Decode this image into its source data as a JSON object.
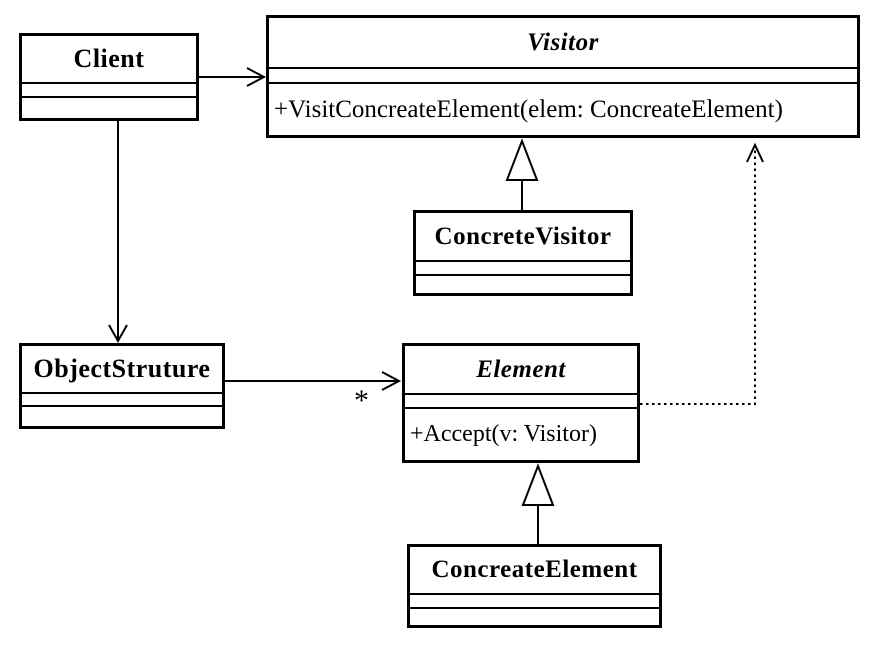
{
  "diagram": {
    "kind": "uml-class-diagram"
  },
  "colors": {
    "line": "#000000",
    "background": "#ffffff"
  },
  "classes": {
    "client": {
      "name": "Client"
    },
    "visitor": {
      "name": "Visitor",
      "operation": "+VisitConcreateElement(elem: ConcreateElement)"
    },
    "concrete_visitor": {
      "name": "ConcreteVisitor"
    },
    "object_struture": {
      "name": "ObjectStruture"
    },
    "element": {
      "name": "Element",
      "operation": "+Accept(v: Visitor)"
    },
    "concreate_element": {
      "name": "ConcreateElement"
    }
  },
  "labels": {
    "multiplicity": "*"
  }
}
